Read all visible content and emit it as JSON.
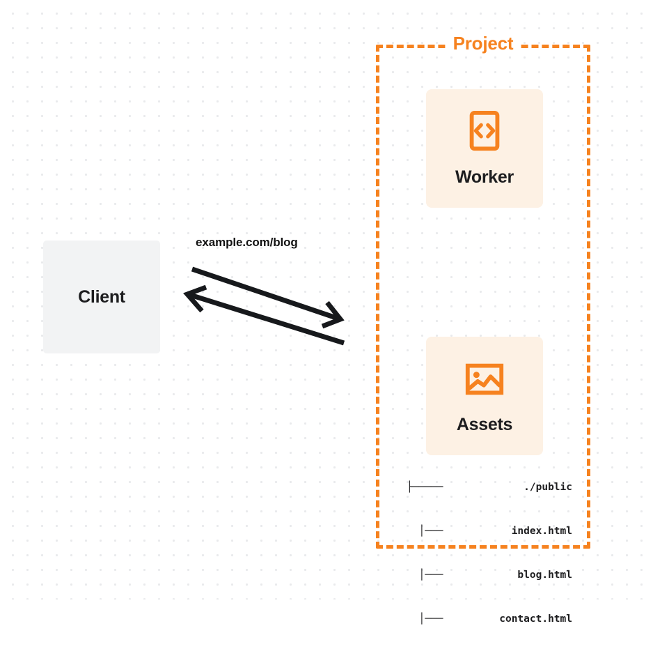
{
  "diagram": {
    "title": "Client to Project (Worker + Assets) request flow",
    "colors": {
      "accent_orange": "#f6821f",
      "card_cream": "#fdf1e4",
      "client_gray": "#f2f3f4",
      "text_dark": "#1d1d1f",
      "background": "#ffffff",
      "dot_grid": "#e9eaec"
    }
  },
  "client": {
    "label": "Client",
    "icon": "client-box"
  },
  "connection": {
    "label": "example.com/blog",
    "arrow_to_project": "arrow-right-down",
    "arrow_to_client": "arrow-left-up"
  },
  "project": {
    "title": "Project",
    "nodes": [
      {
        "label": "Worker",
        "icon": "code-brackets-icon"
      },
      {
        "label": "Assets",
        "icon": "image-icon"
      }
    ],
    "asset_tree": {
      "rows": [
        {
          "branch": "├─────",
          "name": "./public"
        },
        {
          "branch": "  │───",
          "name": "index.html"
        },
        {
          "branch": "  │───",
          "name": "blog.html"
        },
        {
          "branch": "  │───",
          "name": "contact.html"
        }
      ]
    }
  }
}
